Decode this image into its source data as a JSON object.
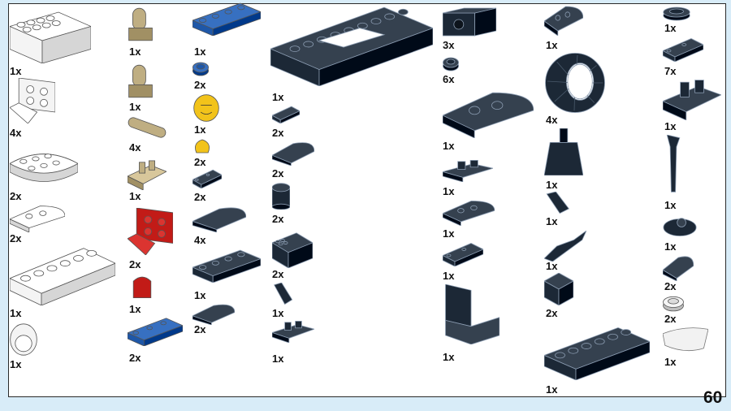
{
  "page_number": "60",
  "colors": {
    "background": "#d8ecf8",
    "panel": "#ffffff",
    "white": "#f4f4f4",
    "tan": "#bfae82",
    "blue": "#1e57a8",
    "yellow": "#f2c31a",
    "red": "#c21b17",
    "dark": "#1c2836",
    "pearl": "#dcdcdc"
  },
  "parts": [
    {
      "id": "p1",
      "name": "white-brick-2x4",
      "color": "white",
      "shape": "brick",
      "qty": "1x"
    },
    {
      "id": "p2",
      "name": "white-bracket-plate",
      "color": "white",
      "shape": "bracket",
      "qty": "4x"
    },
    {
      "id": "p3",
      "name": "white-round-plate",
      "color": "white",
      "shape": "round-plate",
      "qty": "2x"
    },
    {
      "id": "p4",
      "name": "white-corner-plate",
      "color": "white",
      "shape": "corner",
      "qty": "2x"
    },
    {
      "id": "p5",
      "name": "white-tile-plate",
      "color": "white",
      "shape": "plate-large",
      "qty": "1x"
    },
    {
      "id": "p6",
      "name": "white-helmet",
      "color": "white",
      "shape": "helmet",
      "qty": "1x"
    },
    {
      "id": "p7",
      "name": "tan-hinge-upper",
      "color": "tan",
      "shape": "hinge",
      "qty": "1x"
    },
    {
      "id": "p8",
      "name": "tan-hinge-lower",
      "color": "tan",
      "shape": "hinge",
      "qty": "1x"
    },
    {
      "id": "p9",
      "name": "tan-axle-pin",
      "color": "tan",
      "shape": "pin",
      "qty": "4x"
    },
    {
      "id": "p10",
      "name": "tan-clip-plate",
      "color": "tan",
      "shape": "clip",
      "qty": "1x"
    },
    {
      "id": "p11",
      "name": "red-bracket",
      "color": "red",
      "shape": "bracket-tall",
      "qty": "2x"
    },
    {
      "id": "p12",
      "name": "red-clip",
      "color": "red",
      "shape": "small-clip",
      "qty": "1x"
    },
    {
      "id": "p13",
      "name": "blue-plate-1x4",
      "color": "blue",
      "shape": "plate-long",
      "qty": "2x"
    },
    {
      "id": "p14",
      "name": "blue-plate-2x4",
      "color": "blue",
      "shape": "plate",
      "qty": "1x"
    },
    {
      "id": "p15",
      "name": "blue-round-stud",
      "color": "blue",
      "shape": "round-stud",
      "qty": "2x"
    },
    {
      "id": "p16",
      "name": "yellow-minifig-head",
      "color": "yellow",
      "shape": "head",
      "qty": "1x"
    },
    {
      "id": "p17",
      "name": "yellow-minifig-hand",
      "color": "yellow",
      "shape": "hand",
      "qty": "2x"
    },
    {
      "id": "p18",
      "name": "dark-plate-2x2",
      "color": "dark",
      "shape": "small-plate",
      "qty": "2x"
    },
    {
      "id": "p19",
      "name": "dark-curved-slope",
      "color": "dark",
      "shape": "curve",
      "qty": "4x"
    },
    {
      "id": "p20",
      "name": "dark-plate-1x6",
      "color": "dark",
      "shape": "plate-long",
      "qty": "1x"
    },
    {
      "id": "p21",
      "name": "dark-curved-slope-small",
      "color": "dark",
      "shape": "curve-small",
      "qty": "2x"
    },
    {
      "id": "p22",
      "name": "dark-chassis-plate",
      "color": "dark",
      "shape": "chassis",
      "qty": "1x"
    },
    {
      "id": "p23",
      "name": "dark-tile-1x1",
      "color": "dark",
      "shape": "tile",
      "qty": "2x"
    },
    {
      "id": "p24",
      "name": "dark-slope-1x2",
      "color": "dark",
      "shape": "slope",
      "qty": "2x"
    },
    {
      "id": "p25",
      "name": "dark-round-brick",
      "color": "dark",
      "shape": "cylinder",
      "qty": "2x"
    },
    {
      "id": "p26",
      "name": "dark-brick-1x2",
      "color": "dark",
      "shape": "brick-dark",
      "qty": "2x"
    },
    {
      "id": "p27",
      "name": "dark-minifig-arm",
      "color": "dark",
      "shape": "arm",
      "qty": "1x"
    },
    {
      "id": "p28",
      "name": "dark-clip-plate",
      "color": "dark",
      "shape": "clip-dark",
      "qty": "1x"
    },
    {
      "id": "p29",
      "name": "dark-technic-brick",
      "color": "dark",
      "shape": "technic",
      "qty": "3x"
    },
    {
      "id": "p30",
      "name": "dark-round-plate-1x1",
      "color": "dark",
      "shape": "round-stud",
      "qty": "6x"
    },
    {
      "id": "p31",
      "name": "dark-wedge-plate",
      "color": "dark",
      "shape": "wedge",
      "qty": "1x"
    },
    {
      "id": "p32",
      "name": "dark-clip-plate-2",
      "color": "dark",
      "shape": "clip-dark",
      "qty": "1x"
    },
    {
      "id": "p33",
      "name": "dark-wing-plate",
      "color": "dark",
      "shape": "wing",
      "qty": "1x"
    },
    {
      "id": "p34",
      "name": "dark-plate-1x2",
      "color": "dark",
      "shape": "small-plate",
      "qty": "1x"
    },
    {
      "id": "p35",
      "name": "dark-seat",
      "color": "dark",
      "shape": "seat",
      "qty": "1x"
    },
    {
      "id": "p36",
      "name": "dark-wedge-small",
      "color": "dark",
      "shape": "small-wedge",
      "qty": "1x"
    },
    {
      "id": "p37",
      "name": "dark-tire",
      "color": "dark",
      "shape": "tire",
      "qty": "4x"
    },
    {
      "id": "p38",
      "name": "dark-minifig-torso",
      "color": "dark",
      "shape": "torso",
      "qty": "1x"
    },
    {
      "id": "p39",
      "name": "dark-minifig-arm-2",
      "color": "dark",
      "shape": "arm",
      "qty": "1x"
    },
    {
      "id": "p40",
      "name": "dark-minifig-legs",
      "color": "dark",
      "shape": "legs",
      "qty": "1x"
    },
    {
      "id": "p41",
      "name": "dark-corner-panel",
      "color": "dark",
      "shape": "corner-panel",
      "qty": "2x"
    },
    {
      "id": "p42",
      "name": "dark-plate-2x6",
      "color": "dark",
      "shape": "plate-wide",
      "qty": "1x"
    },
    {
      "id": "p43",
      "name": "dark-wheel-hub",
      "color": "dark",
      "shape": "hub",
      "qty": "1x"
    },
    {
      "id": "p44",
      "name": "dark-plate-1x2-b",
      "color": "dark",
      "shape": "small-plate",
      "qty": "7x"
    },
    {
      "id": "p45",
      "name": "dark-clip-frame",
      "color": "dark",
      "shape": "clip-frame",
      "qty": "1x"
    },
    {
      "id": "p46",
      "name": "dark-wrench",
      "color": "dark",
      "shape": "wrench",
      "qty": "1x"
    },
    {
      "id": "p47",
      "name": "dark-round-clip",
      "color": "dark",
      "shape": "round-clip",
      "qty": "1x"
    },
    {
      "id": "p48",
      "name": "dark-slope-small",
      "color": "dark",
      "shape": "small-slope",
      "qty": "2x"
    },
    {
      "id": "p49",
      "name": "pearl-round-stud",
      "color": "pearl",
      "shape": "pearl-stud",
      "qty": "2x"
    },
    {
      "id": "p50",
      "name": "clear-visor",
      "color": "pearl",
      "shape": "visor",
      "qty": "1x"
    }
  ]
}
